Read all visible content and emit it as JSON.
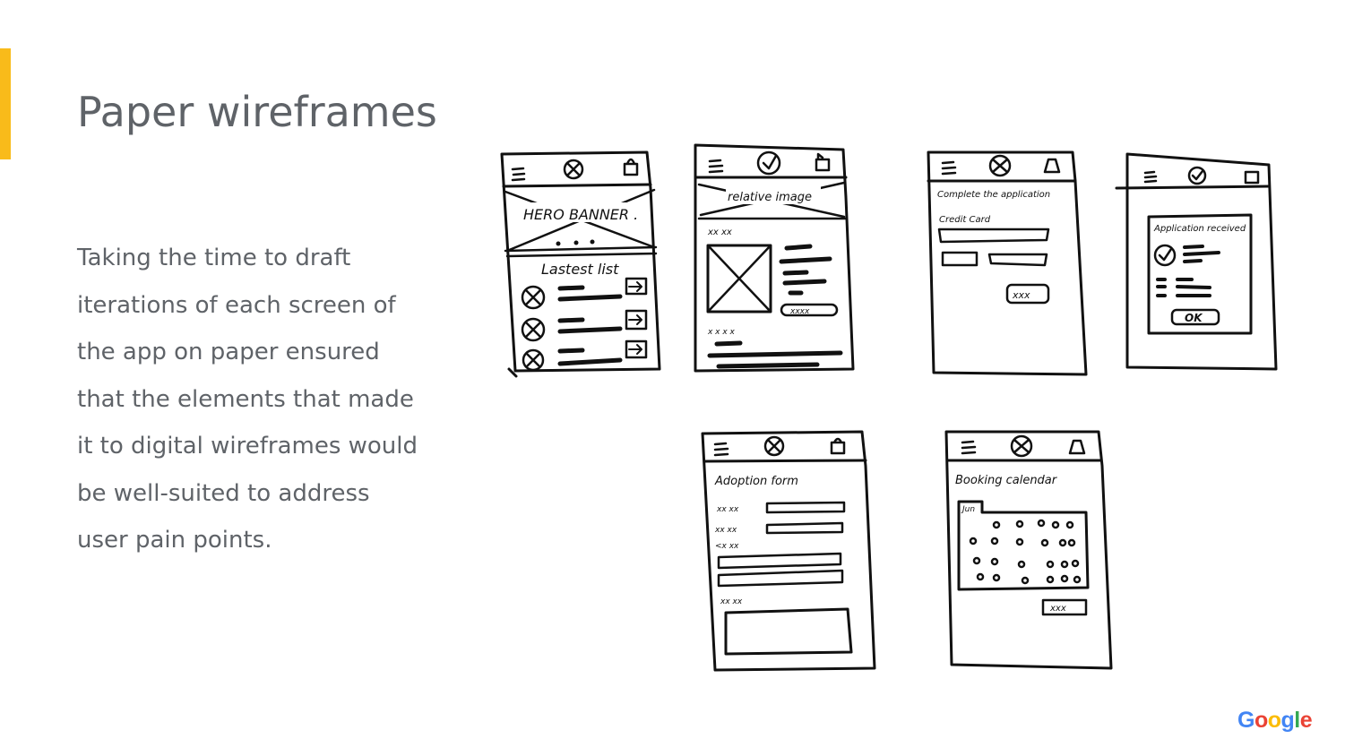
{
  "slide": {
    "title": "Paper wireframes",
    "body": "Taking the time to draft iterations of each screen of the app on paper ensured that the elements that made it to digital wireframes would be well-suited to address user pain points.",
    "accent_color": "#f9bb1a",
    "text_color": "#5f6368"
  },
  "sketches": {
    "home": {
      "banner": "HERO BANNER .",
      "list_heading": "Lastest list"
    },
    "detail": {
      "image_label": "relative image",
      "meta": "xx xx",
      "button": "xxxx",
      "section": "x x x x"
    },
    "application": {
      "heading": "Complete the application",
      "field": "Credit Card",
      "button": "xxx"
    },
    "confirmation": {
      "heading": "Application received",
      "button": "OK"
    },
    "adoption": {
      "heading": "Adoption form",
      "field1": "xx xx",
      "field2": "xx xx",
      "field3": "<x xx",
      "field4": "xx xx"
    },
    "booking": {
      "heading": "Booking calendar",
      "tab": "Jun",
      "button": "xxx"
    }
  },
  "logo": {
    "letters": [
      "G",
      "o",
      "o",
      "g",
      "l",
      "e"
    ],
    "colors": [
      "#4285f4",
      "#ea4335",
      "#fbbc05",
      "#4285f4",
      "#34a853",
      "#ea4335"
    ]
  }
}
